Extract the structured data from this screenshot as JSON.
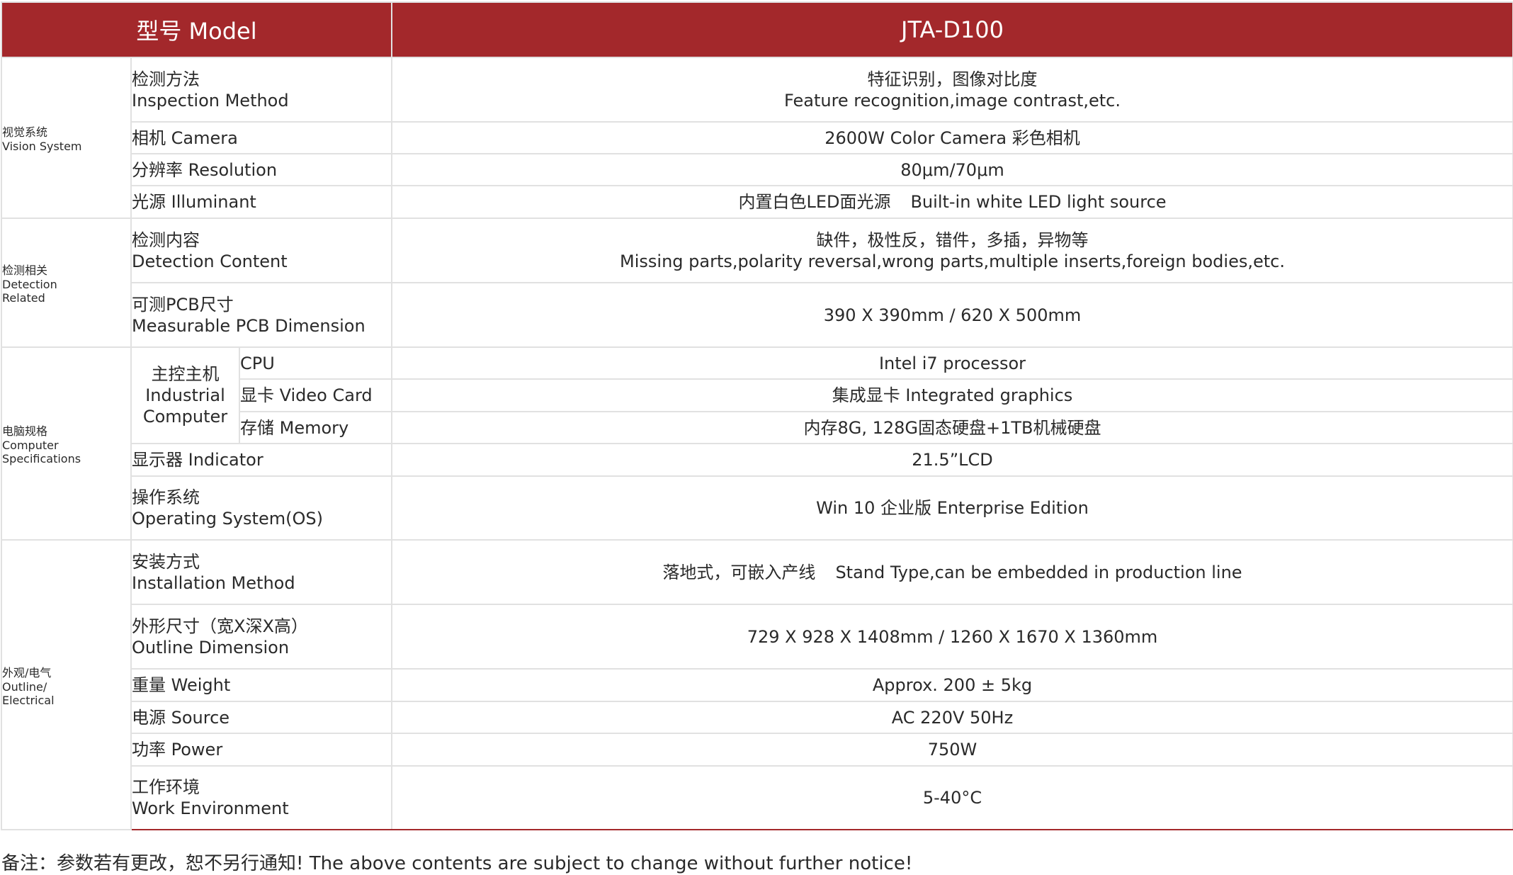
{
  "header": {
    "model_label": "型号 Model",
    "model_value": "JTA-D100"
  },
  "colors": {
    "header_bg": "#a3282b",
    "group_divider": "#a3282b",
    "grid_line": "#e1e1e1"
  },
  "vision": {
    "group": [
      "视觉系统",
      "Vision System"
    ],
    "inspection": {
      "label": [
        "检测方法",
        "Inspection Method"
      ],
      "value": [
        "特征识别，图像对比度",
        "Feature recognition,image contrast,etc."
      ]
    },
    "camera": {
      "label": "相机 Camera",
      "value": "2600W Color Camera 彩色相机"
    },
    "resolution": {
      "label": "分辨率 Resolution",
      "value": "80μm/70μm"
    },
    "illuminant": {
      "label": "光源 Illuminant",
      "value_cn": "内置白色LED面光源",
      "value_en": "Built-in white LED light source"
    }
  },
  "detection": {
    "group": [
      "检测相关",
      "Detection",
      "Related"
    ],
    "content": {
      "label": [
        "检测内容",
        "Detection Content"
      ],
      "value": [
        "缺件，极性反，错件，多插，异物等",
        "Missing parts,polarity reversal,wrong parts,multiple inserts,foreign bodies,etc."
      ]
    },
    "pcb": {
      "label": [
        "可测PCB尺寸",
        "Measurable PCB Dimension"
      ],
      "value": "390 X 390mm / 620 X 500mm"
    }
  },
  "computer": {
    "group": [
      "电脑规格",
      "Computer",
      "Specifications"
    ],
    "industrial": [
      "主控主机",
      "Industrial",
      "Computer"
    ],
    "cpu": {
      "label": "CPU",
      "value": "Intel i7 processor"
    },
    "video": {
      "label": "显卡 Video Card",
      "value": "集成显卡 Integrated graphics"
    },
    "memory": {
      "label": "存储 Memory",
      "value": "内存8G, 128G固态硬盘+1TB机械硬盘"
    },
    "indicator": {
      "label": "显示器 Indicator",
      "value": "21.5”LCD"
    },
    "os": {
      "label": [
        "操作系统",
        "Operating System(OS)"
      ],
      "value": "Win 10 企业版 Enterprise Edition"
    }
  },
  "outline": {
    "group": [
      "外观/电气",
      "Outline/",
      "Electrical"
    ],
    "install": {
      "label": [
        "安装方式",
        "Installation Method"
      ],
      "value_cn": "落地式，可嵌入产线",
      "value_en": "Stand Type,can be embedded in production line"
    },
    "dimension": {
      "label": [
        "外形尺寸（宽X深X高）",
        "Outline Dimension"
      ],
      "value": "729 X 928 X 1408mm / 1260 X 1670 X 1360mm"
    },
    "weight": {
      "label": "重量 Weight",
      "value": "Approx. 200 ± 5kg"
    },
    "source": {
      "label": "电源 Source",
      "value": "AC 220V 50Hz"
    },
    "power": {
      "label": "功率 Power",
      "value": "750W"
    },
    "environment": {
      "label": [
        "工作环境",
        "Work Environment"
      ],
      "value": "5-40°C"
    }
  },
  "footer": {
    "note": "备注：参数若有更改，恕不另行通知! The above contents are subject to change without further notice!"
  }
}
